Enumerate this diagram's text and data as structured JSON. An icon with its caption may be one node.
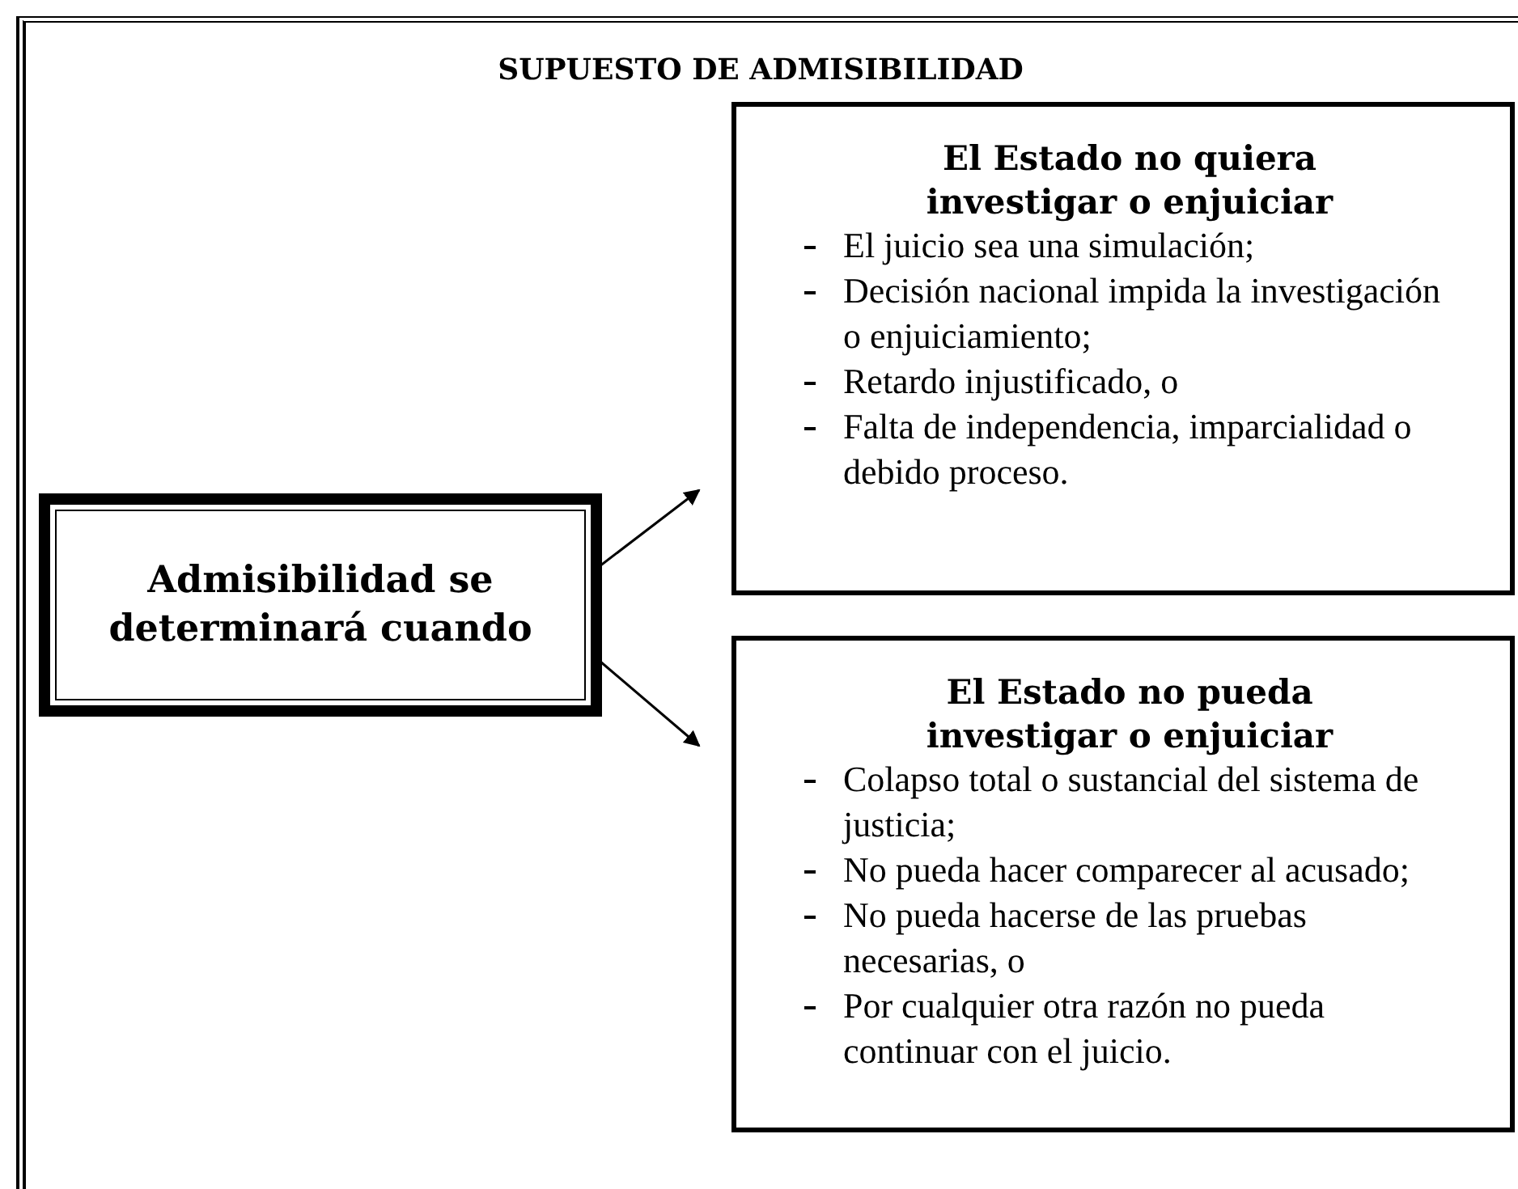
{
  "diagram": {
    "title": "SUPUESTO DE ADMISIBILIDAD",
    "nodes": [
      {
        "text": [
          "Admisibilidad se determinará cuando"
        ]
      },
      {
        "text": [
          "El Estado no quiera investigar o enjuiciar",
          "El juicio sea una simulación;",
          "Decisión nacional impida la investigación o enjuiciamiento;",
          "Retardo injustificado, o",
          "Falta de independencia, imparcialidad o debido proceso."
        ]
      },
      {
        "text": [
          "El Estado no pueda investigar o enjuiciar",
          "Colapso total o sustancial del sistema de justicia;",
          "No pueda hacer comparecer al acusado;",
          "No pueda hacerse de las pruebas necesarias, o",
          "Por cualquier otra razón no pueda continuar con el juicio."
        ]
      }
    ],
    "edges": [
      {
        "from": 0,
        "to": 1,
        "arrow": "to"
      },
      {
        "from": 0,
        "to": 2,
        "arrow": "to"
      }
    ]
  }
}
